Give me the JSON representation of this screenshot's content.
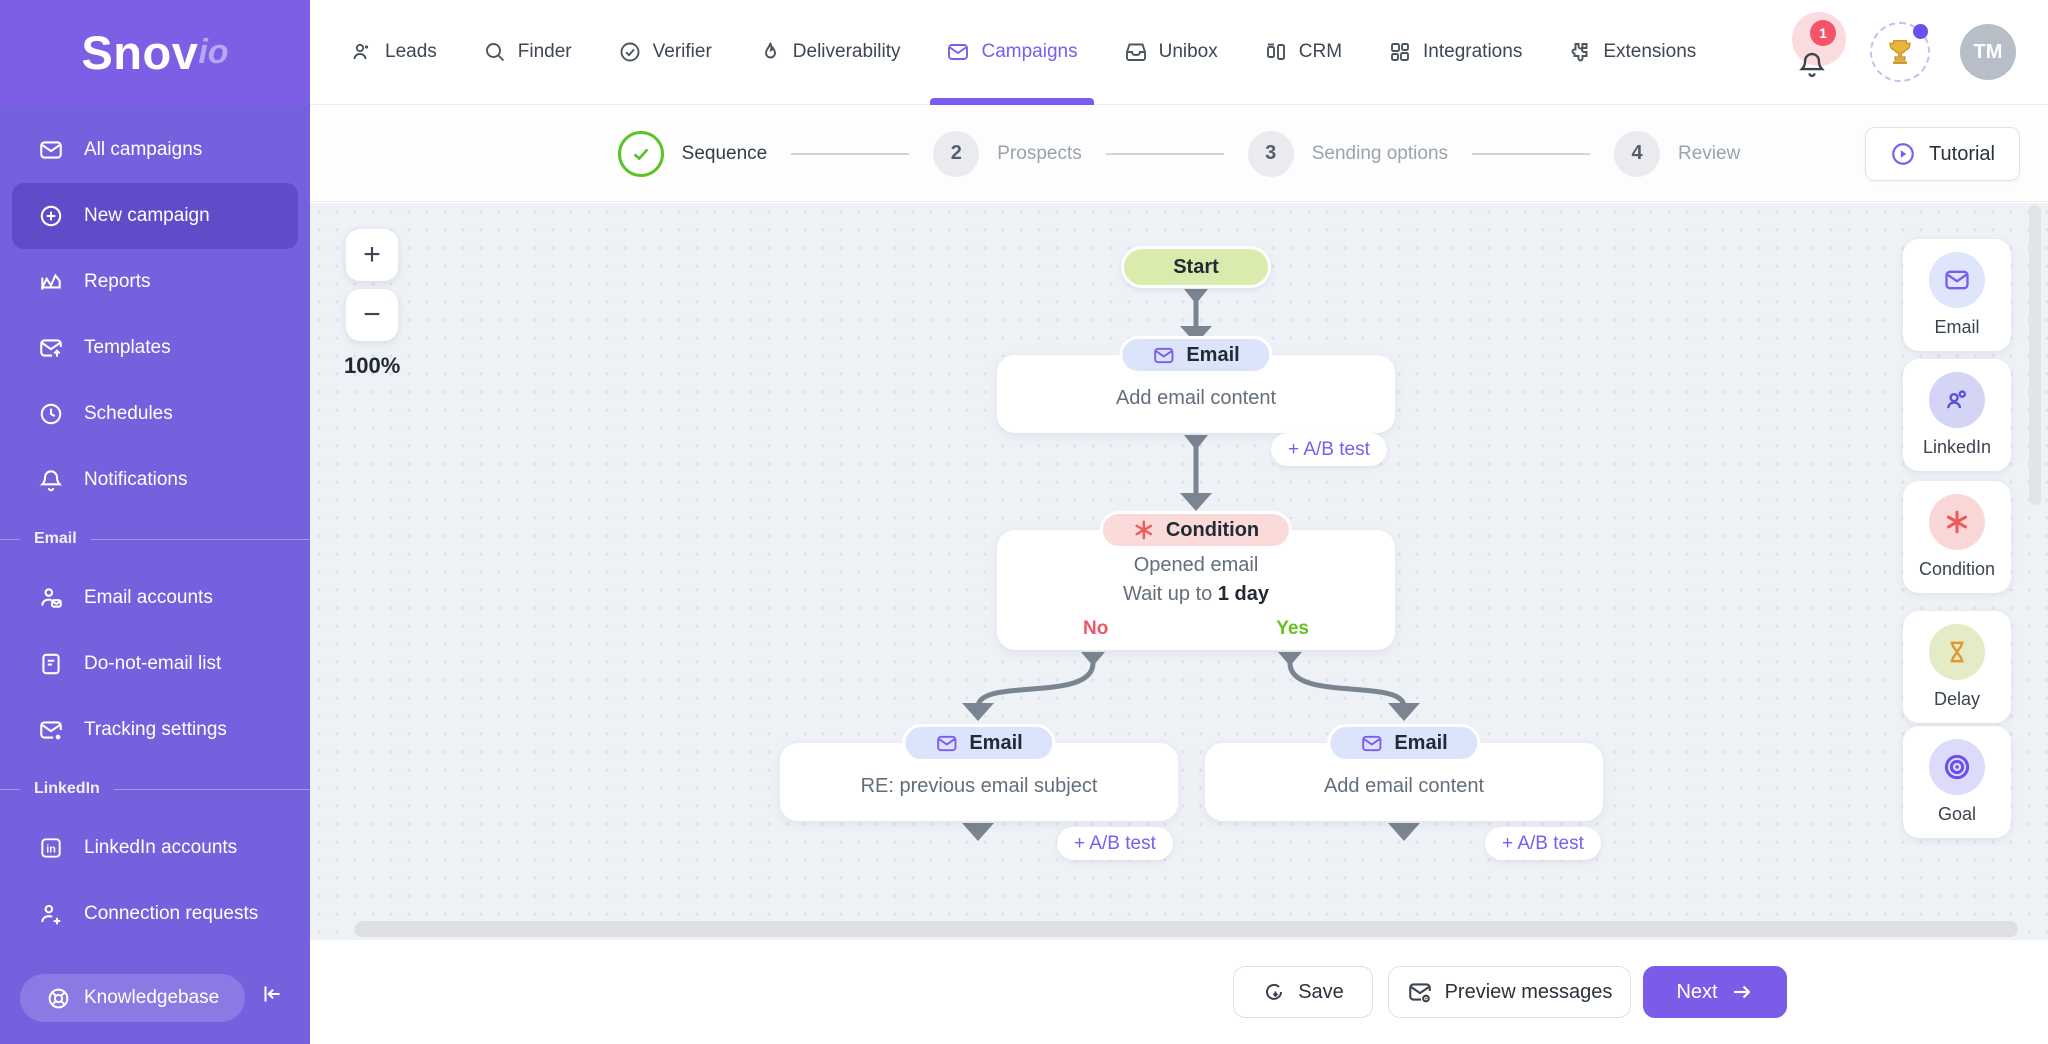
{
  "brand": {
    "name": "Snov",
    "suffix": "io"
  },
  "topnav": {
    "items": [
      {
        "label": "Leads",
        "icon": "leads-icon",
        "active": false
      },
      {
        "label": "Finder",
        "icon": "search-icon",
        "active": false
      },
      {
        "label": "Verifier",
        "icon": "check-circle-icon",
        "active": false
      },
      {
        "label": "Deliverability",
        "icon": "flame-icon",
        "active": false
      },
      {
        "label": "Campaigns",
        "icon": "envelope-icon",
        "active": true
      },
      {
        "label": "Unibox",
        "icon": "inbox-icon",
        "active": false
      },
      {
        "label": "CRM",
        "icon": "crm-grid-icon",
        "active": false
      },
      {
        "label": "Integrations",
        "icon": "integrations-icon",
        "active": false
      },
      {
        "label": "Extensions",
        "icon": "puzzle-icon",
        "active": false
      }
    ],
    "notification_badge": "1",
    "avatar_initials": "TM"
  },
  "sidebar": {
    "items": [
      {
        "label": "All campaigns",
        "icon": "envelope-icon"
      },
      {
        "label": "New campaign",
        "icon": "plus-circle-icon"
      },
      {
        "label": "Reports",
        "icon": "chart-icon"
      },
      {
        "label": "Templates",
        "icon": "envelope-up-icon"
      },
      {
        "label": "Schedules",
        "icon": "clock-icon"
      },
      {
        "label": "Notifications",
        "icon": "bell-icon"
      }
    ],
    "email_section": "Email",
    "email_items": [
      {
        "label": "Email accounts",
        "icon": "person-envelope-icon"
      },
      {
        "label": "Do-not-email list",
        "icon": "document-icon"
      },
      {
        "label": "Tracking settings",
        "icon": "envelope-dot-icon"
      }
    ],
    "linkedin_section": "LinkedIn",
    "linkedin_items": [
      {
        "label": "LinkedIn accounts",
        "icon": "linkedin-icon"
      },
      {
        "label": "Connection requests",
        "icon": "person-plus-icon"
      }
    ],
    "knowledgebase_label": "Knowledgebase"
  },
  "steps": {
    "step1": {
      "label": "Sequence",
      "state": "done"
    },
    "step2": {
      "num": "2",
      "label": "Prospects"
    },
    "step3": {
      "num": "3",
      "label": "Sending options"
    },
    "step4": {
      "num": "4",
      "label": "Review"
    },
    "tutorial_label": "Tutorial"
  },
  "canvas": {
    "zoom_level": "100%",
    "zoom_in": "+",
    "zoom_out": "−",
    "start_label": "Start",
    "email1": {
      "badge": "Email",
      "body": "Add email content",
      "ab": "+ A/B test"
    },
    "condition": {
      "badge": "Condition",
      "line1": "Opened email",
      "line2_prefix": "Wait up to ",
      "line2_bold": "1 day",
      "no": "No",
      "yes": "Yes"
    },
    "email_left": {
      "badge": "Email",
      "body": "RE: previous email subject",
      "ab": "+ A/B test"
    },
    "email_right": {
      "badge": "Email",
      "body": "Add email content",
      "ab": "+ A/B test"
    }
  },
  "palette": {
    "items": [
      {
        "label": "Email",
        "icon": "envelope-icon"
      },
      {
        "label": "LinkedIn",
        "icon": "people-icon"
      },
      {
        "label": "Condition",
        "icon": "asterisk-icon"
      },
      {
        "label": "Delay",
        "icon": "hourglass-icon"
      },
      {
        "label": "Goal",
        "icon": "target-icon"
      }
    ]
  },
  "footer": {
    "save": "Save",
    "preview": "Preview messages",
    "next": "Next"
  },
  "colors": {
    "brand_purple": "#7c5fe4",
    "sidebar_purple": "#7561de",
    "active_item_purple": "#5f4cc9",
    "accent_purple": "#7a5cf0",
    "step_done_green": "#5bc328",
    "no_red": "#f2546a",
    "yes_green": "#67c21d",
    "start_green": "#d9ecae",
    "condition_pink": "#fbdada",
    "email_pill_blue": "#dbe4fb",
    "connector_gray": "#7b8591"
  }
}
